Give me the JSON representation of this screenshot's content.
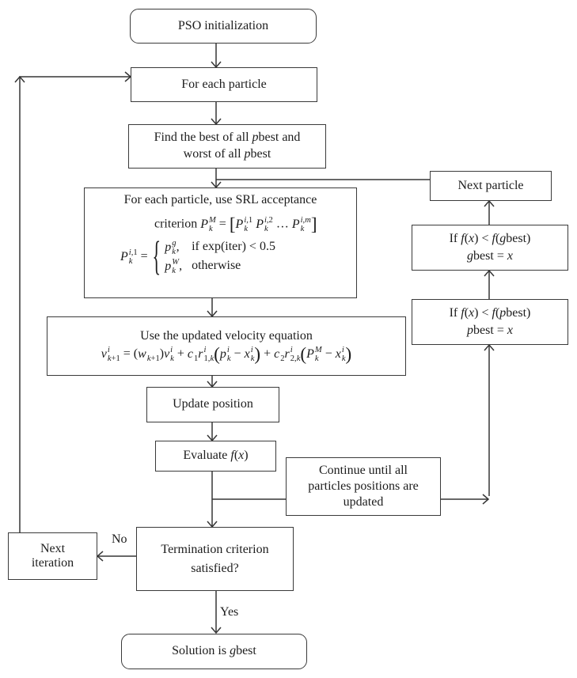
{
  "diagram": {
    "title": "PSO with SRL acceptance flowchart",
    "nodes": {
      "pso_init": {
        "lines": [
          [
            "PSO initialization"
          ]
        ]
      },
      "for_each_particle": {
        "lines": [
          [
            "For each particle"
          ]
        ]
      },
      "find_best": {
        "lines": [
          [
            "Find the best of all ",
            {
              "v": "p",
              "i": true
            },
            "best and"
          ],
          [
            "worst of all ",
            {
              "v": "p",
              "i": true
            },
            "best"
          ]
        ]
      },
      "srl": {
        "line1": [
          "For each particle, use SRL acceptance"
        ],
        "line2": [
          "criterion ",
          {
            "v": "P",
            "i": true,
            "sup": "M",
            "sub": "k"
          },
          " = ",
          {
            "v": "[",
            "big": true
          },
          {
            "v": "P",
            "i": true,
            "sup": "i,1",
            "sub": "k"
          },
          " ",
          {
            "v": "P",
            "i": true,
            "sup": "i,2",
            "sub": "k"
          },
          " … ",
          {
            "v": "P",
            "i": true,
            "sup": "i,m",
            "sub": "k"
          },
          {
            "v": "]",
            "big": true
          }
        ],
        "cases": {
          "lhs": [
            {
              "v": "P",
              "i": true,
              "sup": "i,1",
              "sub": "k"
            },
            " = "
          ],
          "brace": "{",
          "rows": [
            {
              "expr": [
                {
                  "v": "p",
                  "i": true,
                  "sup": "g",
                  "sub": "k"
                },
                ","
              ],
              "cond": [
                "if exp(iter) < 0.5"
              ]
            },
            {
              "expr": [
                {
                  "v": "p",
                  "i": true,
                  "sup": "W",
                  "sub": "k"
                },
                ","
              ],
              "cond": [
                "otherwise"
              ]
            }
          ]
        }
      },
      "velocity": {
        "line1": [
          "Use the updated velocity equation"
        ],
        "line2": [
          {
            "v": "v",
            "i": true,
            "sup": "i",
            "sub": "k+1"
          },
          " = (",
          {
            "v": "w",
            "i": true,
            "sub": "k+1"
          },
          ")",
          {
            "v": "v",
            "i": true,
            "sup": "i",
            "sub": "k"
          },
          " + ",
          {
            "v": "c",
            "i": true,
            "sub": "1"
          },
          {
            "v": "r",
            "i": true,
            "sup": "i",
            "sub": "1,k"
          },
          {
            "v": "(",
            "big": true
          },
          {
            "v": "p",
            "i": true,
            "sup": "i",
            "sub": "k"
          },
          " − ",
          {
            "v": "x",
            "i": true,
            "sup": "i",
            "sub": "k"
          },
          {
            "v": ")",
            "big": true
          },
          " + ",
          {
            "v": "c",
            "i": true,
            "sub": "2"
          },
          {
            "v": "r",
            "i": true,
            "sup": "i",
            "sub": "2,k"
          },
          {
            "v": "(",
            "big": true
          },
          {
            "v": "P",
            "i": true,
            "sup": "M",
            "sub": "k"
          },
          " − ",
          {
            "v": "x",
            "i": true,
            "sup": "i",
            "sub": "k"
          },
          {
            "v": ")",
            "big": true
          }
        ]
      },
      "update_position": {
        "lines": [
          [
            "Update position"
          ]
        ]
      },
      "evaluate": {
        "lines": [
          [
            "Evaluate ",
            {
              "v": "f",
              "i": true
            },
            "(",
            {
              "v": "x",
              "i": true
            },
            ")"
          ]
        ]
      },
      "continue_until": {
        "lines": [
          [
            "Continue until all"
          ],
          [
            "particles positions are"
          ],
          [
            "updated"
          ]
        ]
      },
      "termination": {
        "lines": [
          [
            "Termination criterion"
          ],
          [
            "satisfied?"
          ]
        ]
      },
      "next_iteration": {
        "lines": [
          [
            "Next"
          ],
          [
            "iteration"
          ]
        ]
      },
      "solution": {
        "lines": [
          [
            "Solution is ",
            {
              "v": "g",
              "i": true
            },
            "best"
          ]
        ]
      },
      "next_particle": {
        "lines": [
          [
            "Next particle"
          ]
        ]
      },
      "if_gbest": {
        "lines": [
          [
            "If ",
            {
              "v": "f",
              "i": true
            },
            "(",
            {
              "v": "x",
              "i": true
            },
            ") < ",
            {
              "v": "f",
              "i": true
            },
            "(",
            {
              "v": "g",
              "i": true
            },
            "best)"
          ],
          [
            {
              "v": "g",
              "i": true
            },
            "best = ",
            {
              "v": "x",
              "i": true
            }
          ]
        ]
      },
      "if_pbest": {
        "lines": [
          [
            "If ",
            {
              "v": "f",
              "i": true
            },
            "(",
            {
              "v": "x",
              "i": true
            },
            ") < ",
            {
              "v": "f",
              "i": true
            },
            "(",
            {
              "v": "p",
              "i": true
            },
            "best)"
          ],
          [
            {
              "v": "p",
              "i": true
            },
            "best = ",
            {
              "v": "x",
              "i": true
            }
          ]
        ]
      }
    },
    "edges": [
      {
        "from": "pso_init",
        "to": "for_each_particle"
      },
      {
        "from": "for_each_particle",
        "to": "find_best"
      },
      {
        "from": "find_best",
        "to": "srl"
      },
      {
        "from": "srl",
        "to": "velocity"
      },
      {
        "from": "velocity",
        "to": "update_position"
      },
      {
        "from": "update_position",
        "to": "evaluate"
      },
      {
        "from": "evaluate",
        "to": "termination"
      },
      {
        "from": "evaluate",
        "to": "continue_until"
      },
      {
        "from": "continue_until",
        "to": "if_pbest"
      },
      {
        "from": "if_pbest",
        "to": "if_gbest"
      },
      {
        "from": "if_gbest",
        "to": "next_particle"
      },
      {
        "from": "next_particle",
        "to": "srl"
      },
      {
        "from": "termination",
        "to": "next_iteration",
        "label": "No"
      },
      {
        "from": "next_iteration",
        "to": "for_each_particle"
      },
      {
        "from": "termination",
        "to": "solution",
        "label": "Yes"
      }
    ],
    "labels": {
      "no": "No",
      "yes": "Yes"
    }
  }
}
